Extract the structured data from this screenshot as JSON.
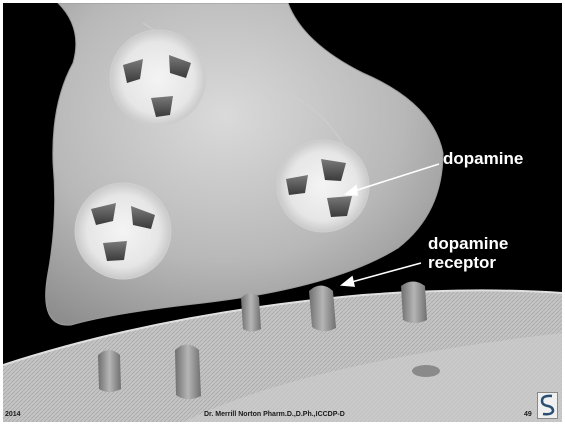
{
  "labels": {
    "dopamine": "dopamine",
    "receptor_line1": "dopamine",
    "receptor_line2": "receptor"
  },
  "footer": {
    "left": "2014",
    "center": "Dr. Merrill Norton Pharm.D.,D.Ph.,ICCDP-D",
    "page_number": "49"
  },
  "colors": {
    "background": "#000000",
    "text": "#ffffff"
  }
}
